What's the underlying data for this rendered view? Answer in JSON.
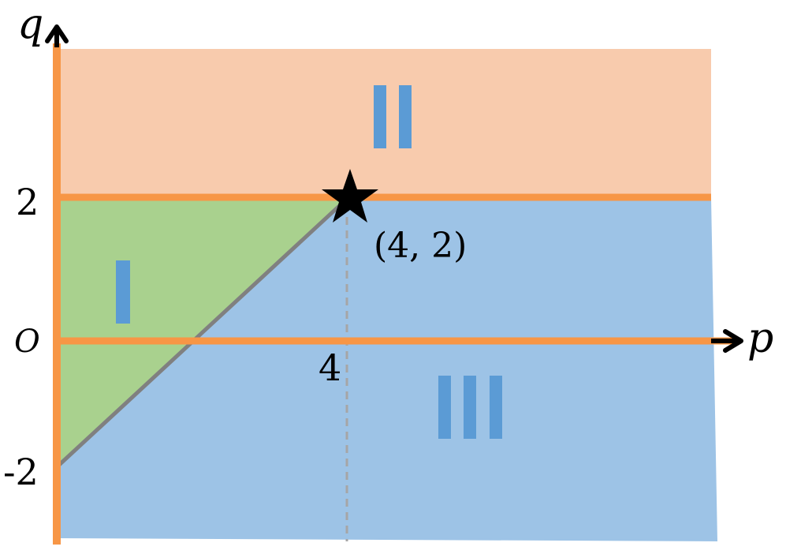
{
  "axes": {
    "x_label": "p",
    "y_label": "q",
    "origin_label": "O",
    "x_ticks": [
      "4"
    ],
    "y_ticks": [
      "2",
      "-2"
    ]
  },
  "point": {
    "label": "(4, 2)",
    "p": 4,
    "q": 2
  },
  "regions": [
    {
      "id": "I",
      "bars": 1,
      "color": "#a9d18e"
    },
    {
      "id": "II",
      "bars": 2,
      "color": "#f8cbad"
    },
    {
      "id": "III",
      "bars": 3,
      "color": "#9dc3e6"
    }
  ],
  "colors": {
    "axis": "#f79646",
    "boundary": "#808080",
    "numeral": "#5b9bd5",
    "star": "#000000"
  }
}
